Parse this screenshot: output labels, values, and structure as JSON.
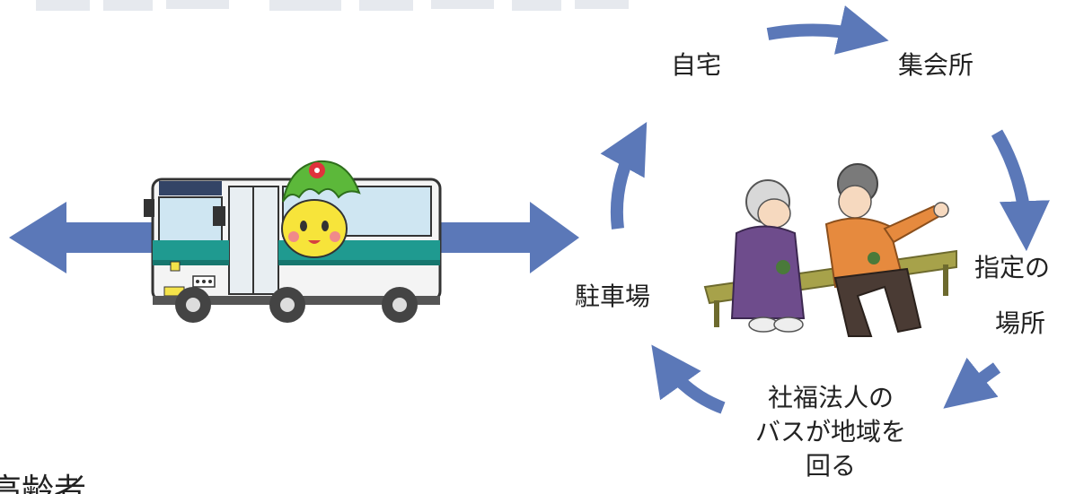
{
  "colors": {
    "arrow": "#5b78b8",
    "bus_body": "#f4f4f4",
    "bus_stripe": "#1f9a90",
    "mascot_leaf": "#5cb83a",
    "mascot_face": "#f7e43a",
    "woman_robe": "#6e4c8c",
    "man_shirt": "#e68a3e",
    "bench": "#a7a24a"
  },
  "icons": [
    "double-arrow-icon",
    "bus-icon",
    "mascot-icon",
    "elderly-couple-icon",
    "cycle-arrow-icon"
  ],
  "labels": {
    "home": "自宅",
    "meeting_hall": "集会所",
    "designated_place_1": "指定の",
    "designated_place_2": "場所",
    "parking": "駐車場",
    "bus_route_1": "社福法人の",
    "bus_route_2": "バスが地域を",
    "bus_route_3": "回る",
    "bottom_left_fragment": "高齢者"
  }
}
